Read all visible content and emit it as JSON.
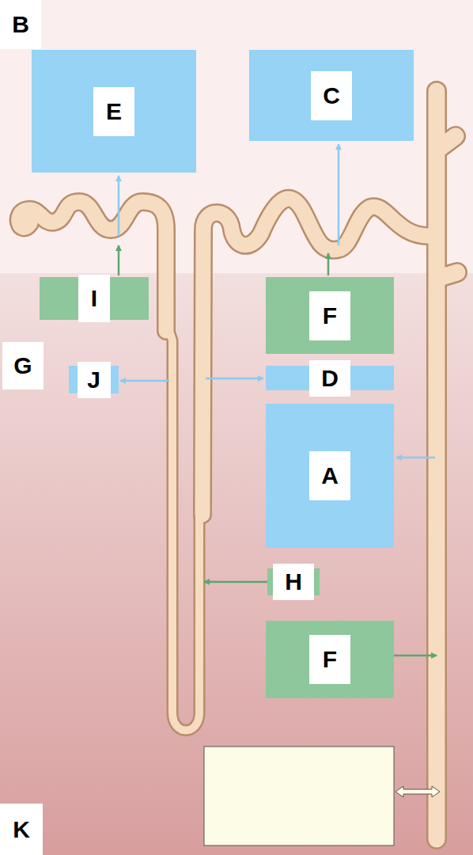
{
  "diagram": {
    "nodes": [
      {
        "text": [
          "E"
        ]
      },
      {
        "text": [
          "C"
        ]
      },
      {
        "text": [
          "I"
        ]
      },
      {
        "text": [
          "F"
        ]
      },
      {
        "text": [
          "J"
        ]
      },
      {
        "text": [
          "D"
        ]
      },
      {
        "text": [
          "A"
        ]
      },
      {
        "text": [
          "H"
        ]
      },
      {
        "text": [
          "F"
        ]
      }
    ],
    "labels": [
      "B",
      "G",
      "K"
    ]
  }
}
